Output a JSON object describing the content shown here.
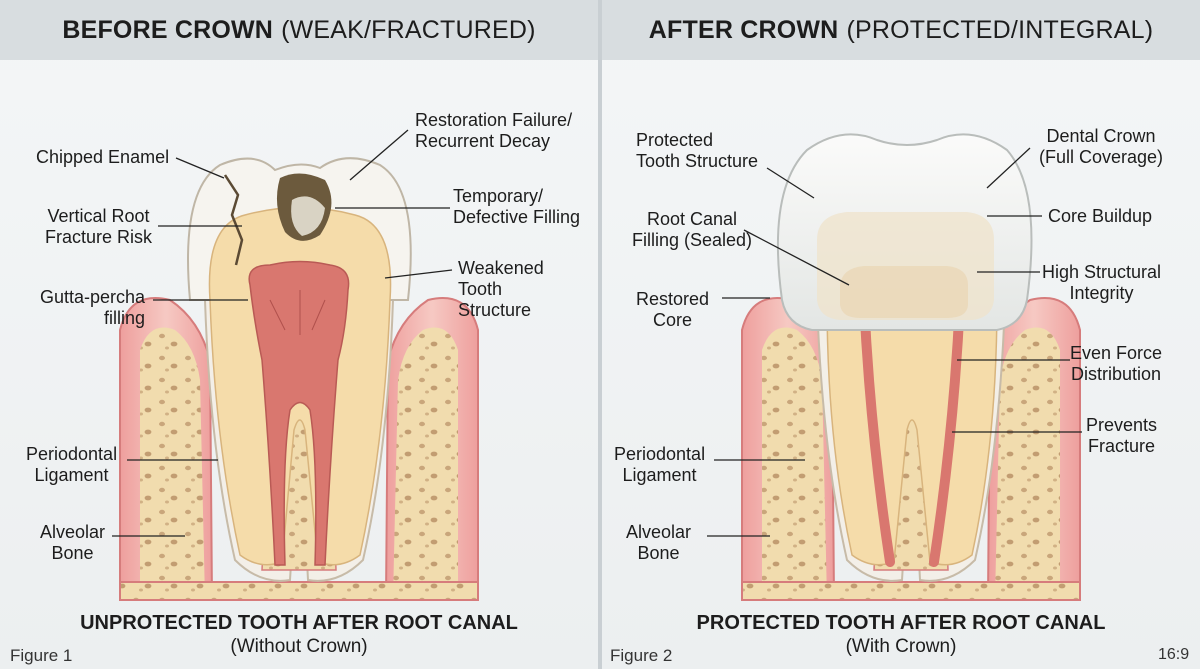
{
  "left_panel": {
    "header_bold": "BEFORE CROWN",
    "header_light": "(WEAK/FRACTURED)",
    "labels": {
      "chipped_enamel": "Chipped Enamel",
      "restoration_failure_1": "Restoration Failure/",
      "restoration_failure_2": "Recurrent Decay",
      "vertical_root_1": "Vertical Root",
      "vertical_root_2": "Fracture Risk",
      "temporary_filling_1": "Temporary/",
      "temporary_filling_2": "Defective Filling",
      "weakened_1": "Weakened",
      "weakened_2": "Tooth",
      "weakened_3": "Structure",
      "gutta_percha_1": "Gutta-percha",
      "gutta_percha_2": "filling",
      "periodontal_1": "Periodontal",
      "periodontal_2": "Ligament",
      "alveolar_1": "Alveolar",
      "alveolar_2": "Bone"
    },
    "footer_title": "UNPROTECTED TOOTH AFTER ROOT CANAL",
    "footer_sub": "(Without Crown)",
    "figure": "Figure 1"
  },
  "right_panel": {
    "header_bold": "AFTER CROWN",
    "header_light": "(PROTECTED/INTEGRAL)",
    "labels": {
      "protected_1": "Protected",
      "protected_2": "Tooth Structure",
      "dental_crown_1": "Dental Crown",
      "dental_crown_2": "(Full Coverage)",
      "root_canal_1": "Root Canal",
      "root_canal_2": "Filling (Sealed)",
      "core_buildup": "Core Buildup",
      "high_structural_1": "High Structural",
      "high_structural_2": "Integrity",
      "restored_core_1": "Restored",
      "restored_core_2": "Core",
      "even_force_1": "Even Force",
      "even_force_2": "Distribution",
      "prevents_1": "Prevents",
      "prevents_2": "Fracture",
      "periodontal_1": "Periodontal",
      "periodontal_2": "Ligament",
      "alveolar_1": "Alveolar",
      "alveolar_2": "Bone"
    },
    "footer_title": "PROTECTED TOOTH AFTER ROOT CANAL",
    "footer_sub": "(With Crown)",
    "figure": "Figure 2"
  },
  "aspect_ratio": "16:9",
  "colors": {
    "gum": "#e58f8f",
    "gum_light": "#f3c3bd",
    "bone": "#f1dcae",
    "dentin": "#f6dfae",
    "enamel": "#f5f3ee",
    "pulp": "#d9746c",
    "decay": "#6b5a3e",
    "crown": "#eef0ef"
  }
}
